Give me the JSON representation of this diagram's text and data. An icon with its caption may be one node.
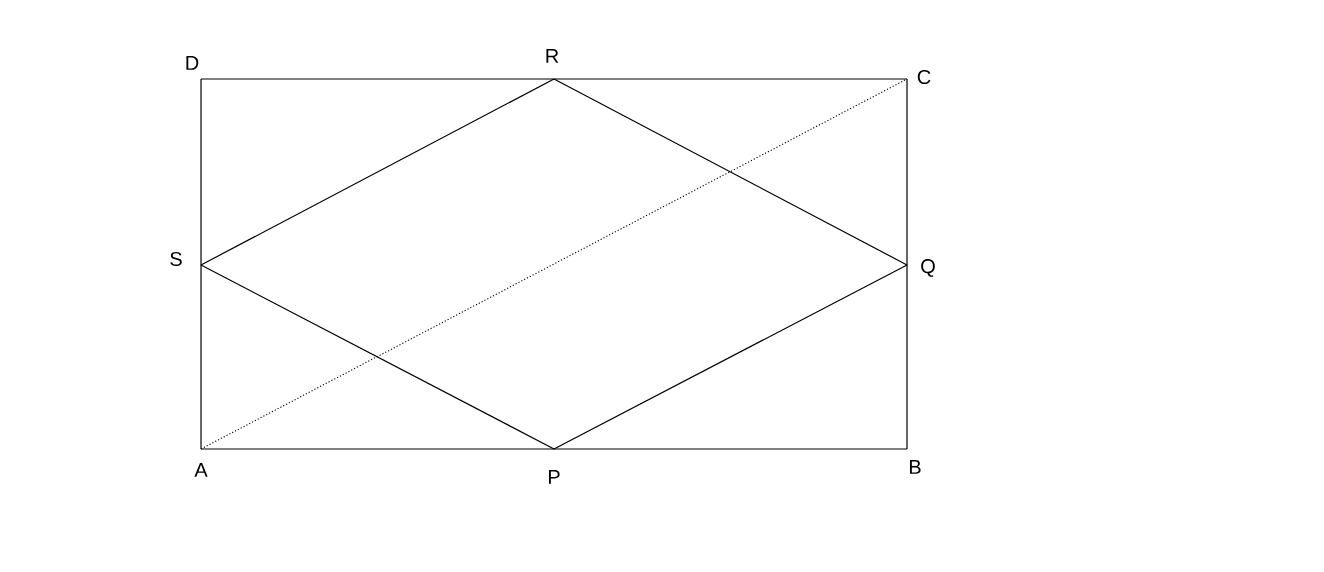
{
  "diagram": {
    "nodes": [
      {
        "text": [
          "D"
        ]
      },
      {
        "text": [
          "R"
        ]
      },
      {
        "text": [
          "C"
        ]
      },
      {
        "text": [
          "S"
        ]
      },
      {
        "text": [
          "Q"
        ]
      },
      {
        "text": [
          "A"
        ]
      },
      {
        "text": [
          "P"
        ]
      },
      {
        "text": [
          "B"
        ]
      }
    ],
    "edges": [
      {
        "from": 0,
        "to": 2,
        "arrow": "none"
      },
      {
        "from": 2,
        "to": 7,
        "arrow": "none"
      },
      {
        "from": 7,
        "to": 5,
        "arrow": "none"
      },
      {
        "from": 5,
        "to": 0,
        "arrow": "none"
      },
      {
        "from": 3,
        "to": 1,
        "arrow": "none"
      },
      {
        "from": 1,
        "to": 4,
        "arrow": "none"
      },
      {
        "from": 4,
        "to": 6,
        "arrow": "none"
      },
      {
        "from": 6,
        "to": 3,
        "arrow": "none"
      },
      {
        "from": 5,
        "to": 2,
        "arrow": "none",
        "style": "dashed"
      }
    ]
  }
}
